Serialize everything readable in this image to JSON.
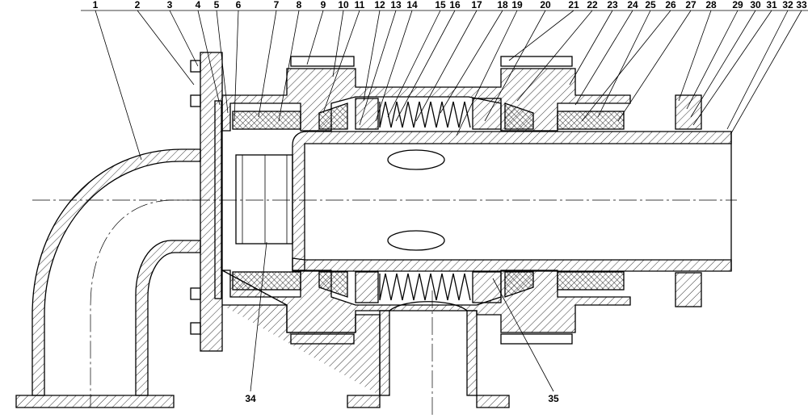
{
  "figure": {
    "top_labels": [
      "1",
      "2",
      "3",
      "4",
      "5",
      "6",
      "7",
      "8",
      "9",
      "10",
      "11",
      "12",
      "13",
      "14",
      "15",
      "16",
      "17",
      "18",
      "19",
      "20",
      "21",
      "22",
      "23",
      "24",
      "25",
      "26",
      "27",
      "28",
      "29",
      "30",
      "31",
      "32",
      "33"
    ],
    "bottom_labels": [
      "34",
      "35"
    ]
  }
}
